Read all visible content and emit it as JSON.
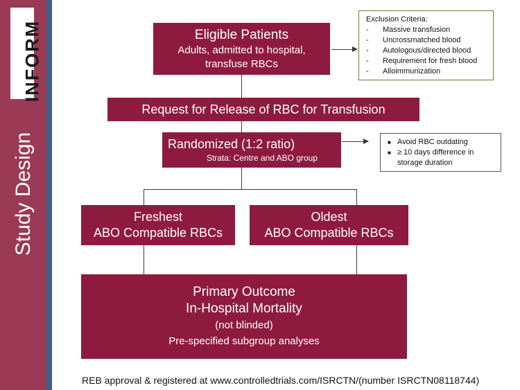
{
  "sidebar": {
    "logo": "INFORM",
    "title": "Study Design"
  },
  "eligible": {
    "title": "Eligible Patients",
    "line1": "Adults, admitted to hospital,",
    "line2": "transfuse  RBCs"
  },
  "exclusion": {
    "heading": "Exclusion Criteria:",
    "items": [
      "Massive transfusion",
      "Uncrossmatched blood",
      "Autologous/directed blood",
      "Requirement for fresh blood",
      "Alloimmunization"
    ]
  },
  "request": {
    "title": "Request for Release of RBC for Transfusion"
  },
  "randomized": {
    "title": "Randomized (1:2 ratio)",
    "strata": "Strata: Centre and ABO group"
  },
  "aside": {
    "items": [
      "Avoid RBC outdating",
      "≥ 10 days difference in",
      "storage duration"
    ]
  },
  "freshest": {
    "title": "Freshest",
    "subtitle": "ABO Compatible RBCs"
  },
  "oldest": {
    "title": "Oldest",
    "subtitle": "ABO Compatible  RBCs"
  },
  "outcome": {
    "line1": "Primary Outcome",
    "line2": "In-Hospital Mortality",
    "line3": "(not blinded)",
    "line4": "Pre-specified subgroup analyses"
  },
  "footer": {
    "text": "REB approval & registered at www.controlledtrials.com/ISRCTN/(number ISRCTN08118744)"
  },
  "colors": {
    "box": "#8e1b3f",
    "sidebar": "#9a3a55",
    "sidebar_edge": "#3f5f8f"
  }
}
